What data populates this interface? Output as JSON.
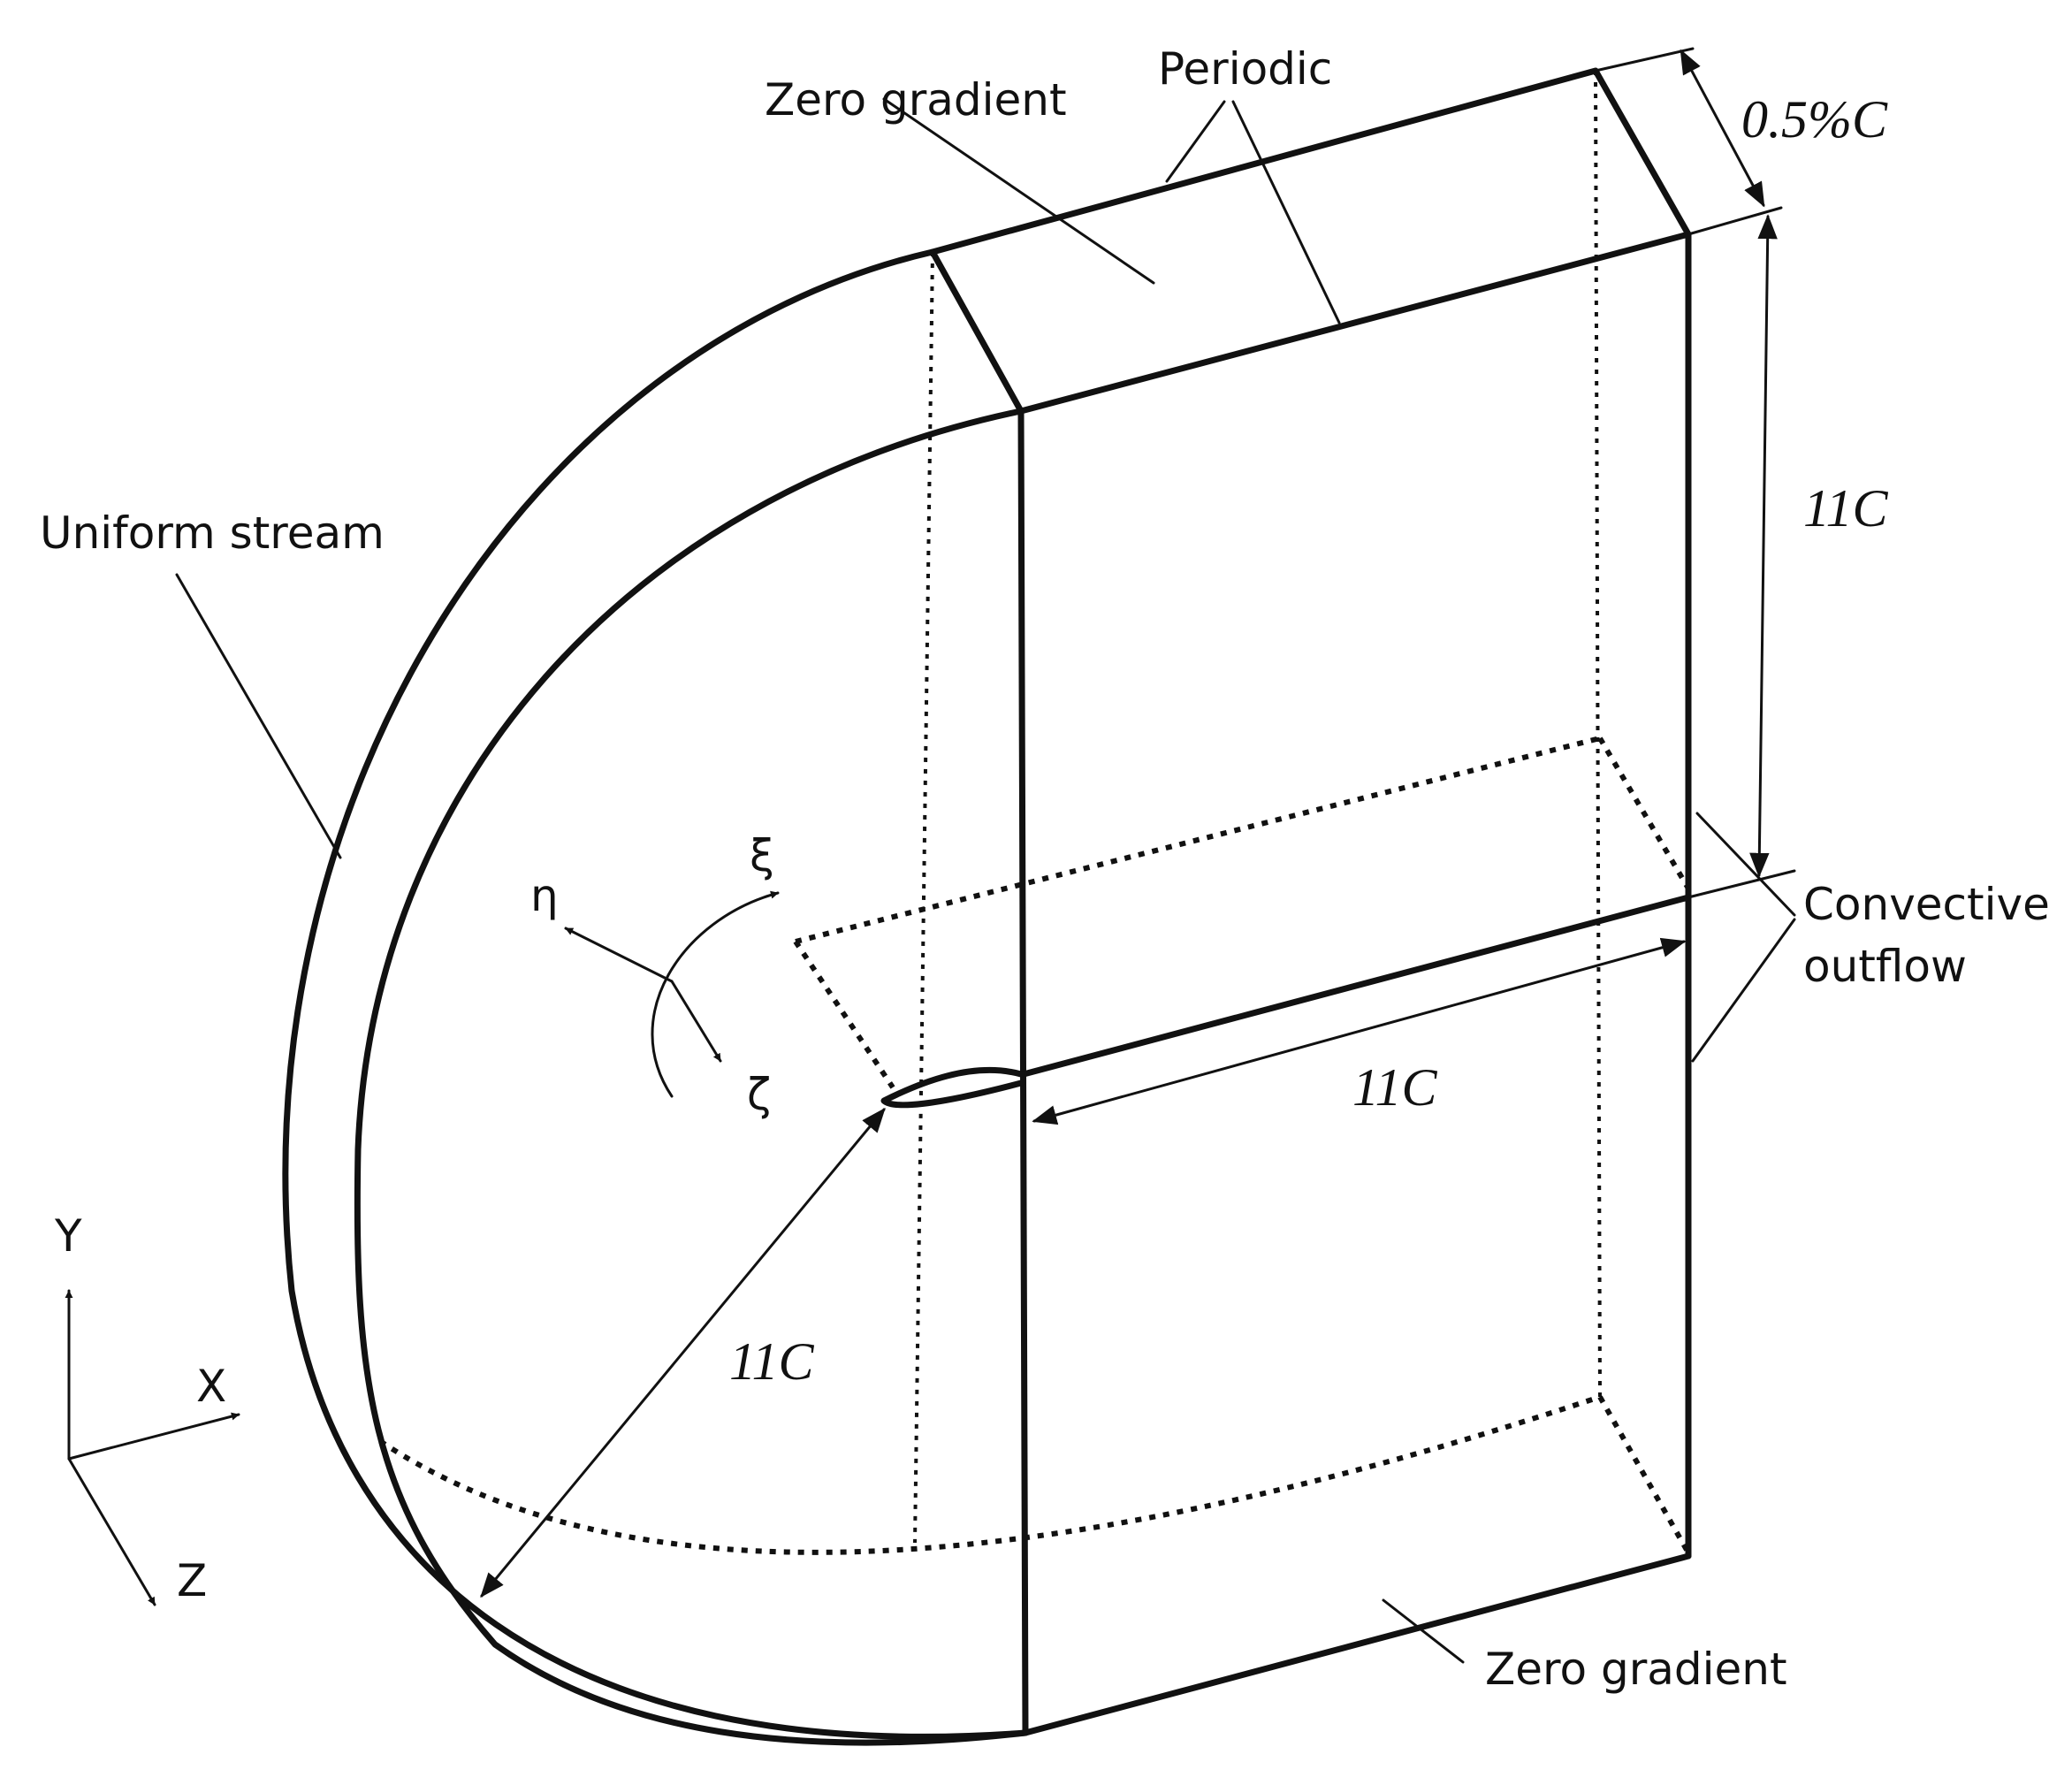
{
  "labels": {
    "zero_gradient_top": "Zero gradient",
    "periodic": "Periodic",
    "span": "0.5%C",
    "height": "11C",
    "uniform_stream": "Uniform stream",
    "convective_line1": "Convective",
    "convective_line2": "outflow",
    "wake_length": "11C",
    "radius": "11C",
    "zero_gradient_bottom": "Zero gradient"
  },
  "curvilinear_axes": {
    "eta": "η",
    "xi": "ξ",
    "zeta": "ζ"
  },
  "cartesian_axes": {
    "y": "Y",
    "x": "X",
    "z": "Z"
  }
}
